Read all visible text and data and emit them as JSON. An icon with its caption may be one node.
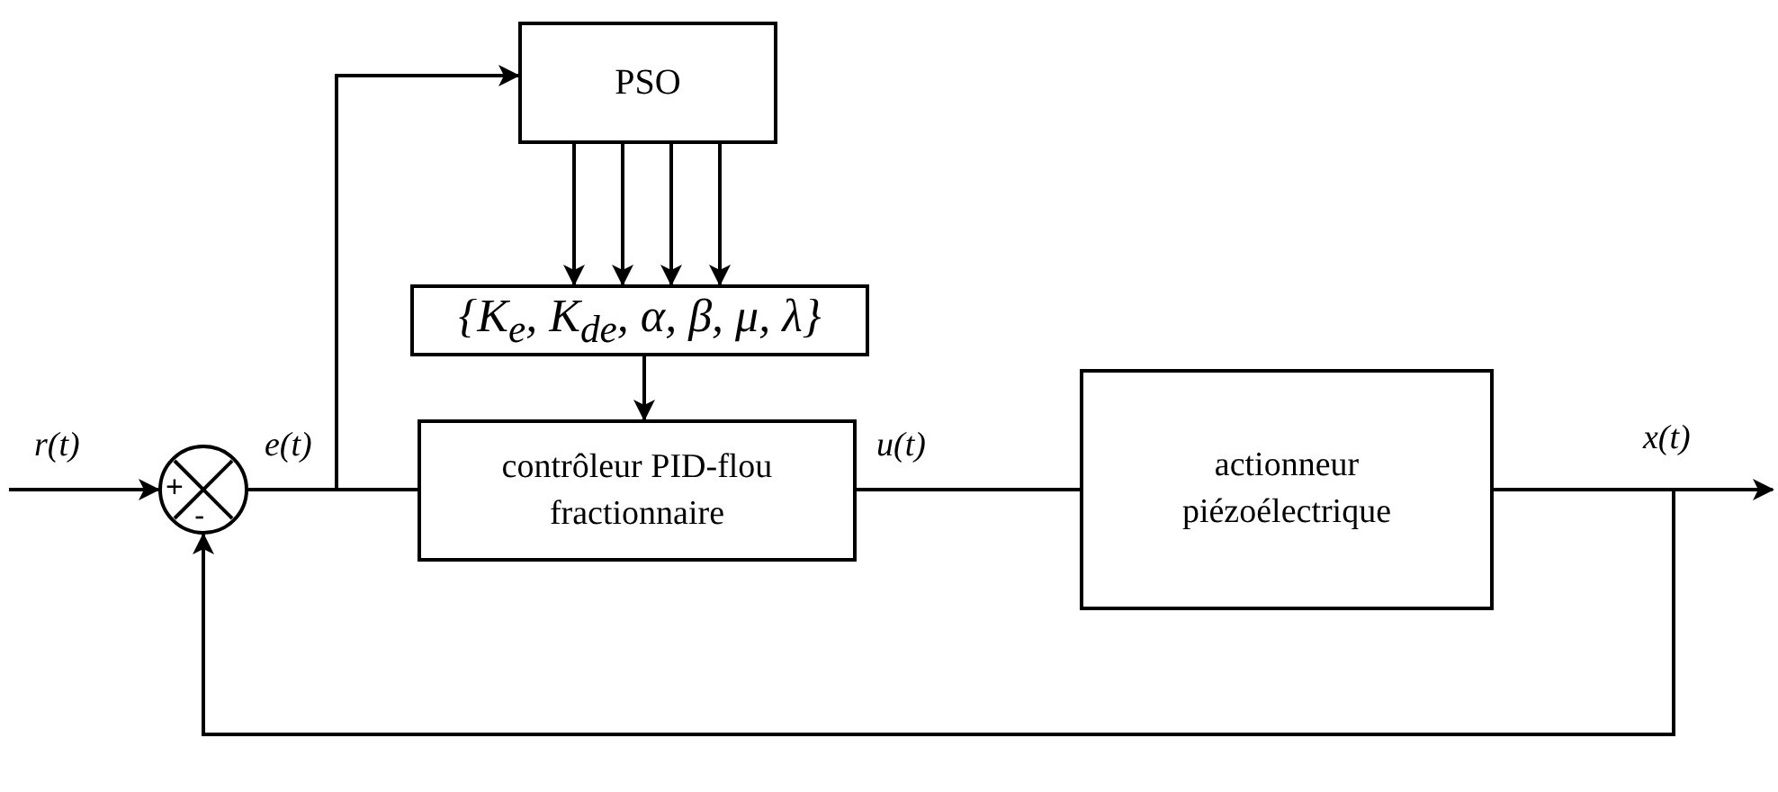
{
  "diagram": {
    "nodes": [
      {
        "text": [
          "PSO"
        ]
      },
      {
        "text": [
          "{K$_{e}$, K$_{de}$, α, β, μ, λ}"
        ]
      },
      {
        "text": [
          "contrôleur PID-flou fractionnaire"
        ]
      },
      {
        "text": [
          "actionneur piézoélectrique"
        ]
      },
      {
        "text": [
          "+",
          "-"
        ]
      }
    ],
    "edges": [
      {
        "from": null,
        "to": 4,
        "arrow": "to",
        "label": "r(t)"
      },
      {
        "from": 4,
        "to": 2,
        "arrow": "none",
        "label": "e(t)"
      },
      {
        "from": 4,
        "to": 0,
        "arrow": "to"
      },
      {
        "from": 0,
        "to": 1,
        "arrow": "to"
      },
      {
        "from": 0,
        "to": 1,
        "arrow": "to"
      },
      {
        "from": 0,
        "to": 1,
        "arrow": "to"
      },
      {
        "from": 0,
        "to": 1,
        "arrow": "to"
      },
      {
        "from": 1,
        "to": 2,
        "arrow": "to"
      },
      {
        "from": 2,
        "to": 3,
        "arrow": "none",
        "label": "u(t)"
      },
      {
        "from": 3,
        "to": null,
        "arrow": "to",
        "label": "x(t)"
      },
      {
        "from": 3,
        "to": 4,
        "arrow": "to"
      }
    ]
  }
}
